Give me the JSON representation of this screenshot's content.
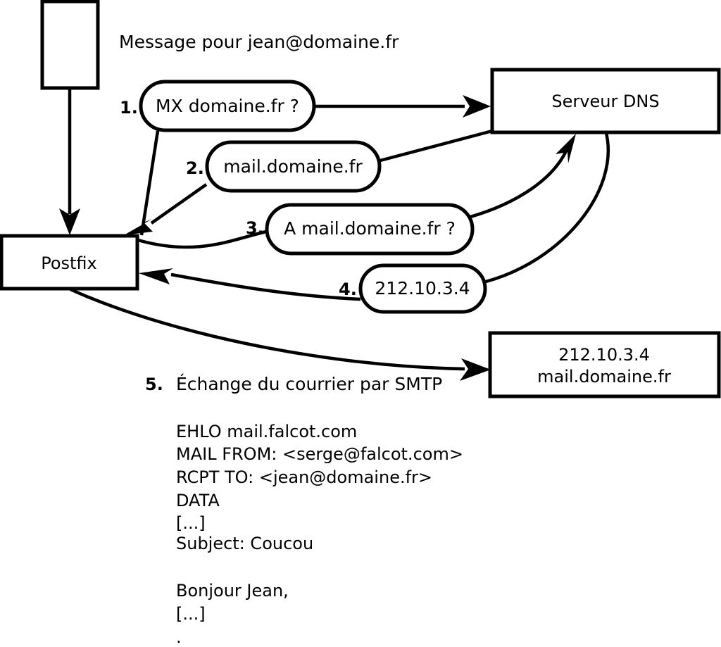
{
  "diagram": {
    "title_caption": "Message pour jean@domaine.fr",
    "nodes": {
      "mail_client": "",
      "postfix": "Postfix",
      "dns_server": "Serveur DNS",
      "remote_mx_line1": "212.10.3.4",
      "remote_mx_line2": "mail.domaine.fr"
    },
    "steps": [
      {
        "number": "1.",
        "label": "MX domaine.fr ?"
      },
      {
        "number": "2.",
        "label": "mail.domaine.fr"
      },
      {
        "number": "3.",
        "label": "A mail.domaine.fr ?"
      },
      {
        "number": "4.",
        "label": "212.10.3.4"
      },
      {
        "number": "5.",
        "label": "Échange du courrier par SMTP"
      }
    ],
    "smtp_transcript": [
      "EHLO mail.falcot.com",
      "MAIL FROM: <serge@falcot.com>",
      "RCPT TO: <jean@domaine.fr>",
      "DATA",
      "[...]",
      "Subject: Coucou",
      "",
      "Bonjour Jean,",
      "[...]",
      "."
    ],
    "colors": {
      "stroke": "#000000",
      "fill": "#ffffff",
      "text": "#000000"
    }
  }
}
